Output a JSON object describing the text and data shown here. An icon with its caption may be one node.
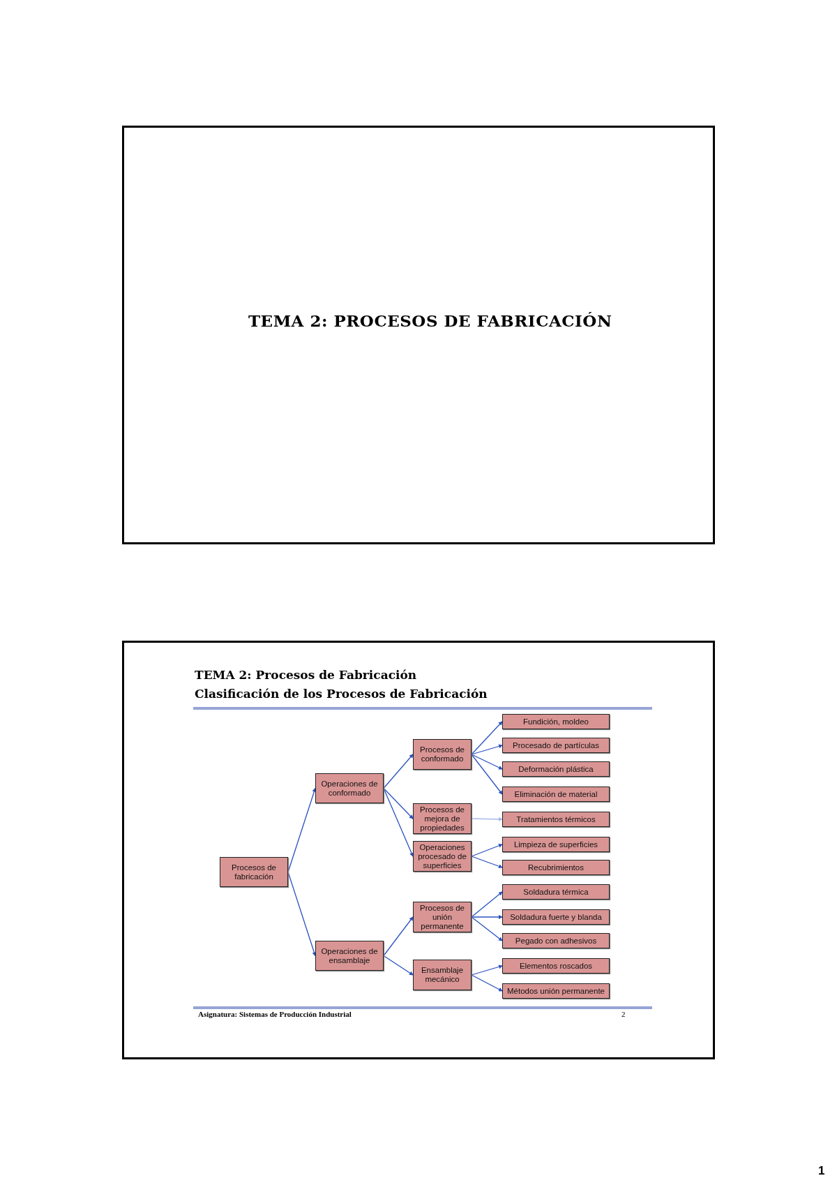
{
  "diagram": {
    "nodes": [
      {
        "text": [
          "TEMA 2: PROCESOS DE FABRICACIÓN"
        ]
      },
      {
        "text": [
          "TEMA 2: Procesos de Fabricación",
          "Clasificación de los Procesos de Fabricación",
          "Asignatura: Sistemas de Producción Industrial",
          "2"
        ]
      },
      {
        "text": [
          "Procesos de fabricación"
        ],
        "in": 1
      },
      {
        "text": [
          "Operaciones de conformado"
        ],
        "in": 1
      },
      {
        "text": [
          "Procesos de conformado"
        ],
        "in": 1
      },
      {
        "text": [
          "Fundición, moldeo"
        ],
        "in": 1
      },
      {
        "text": [
          "Procesado de partículas"
        ],
        "in": 1
      },
      {
        "text": [
          "Deformación plástica"
        ],
        "in": 1
      },
      {
        "text": [
          "Eliminación de material"
        ],
        "in": 1
      },
      {
        "text": [
          "Procesos de mejora de propiedades"
        ],
        "in": 1
      },
      {
        "text": [
          "Tratamientos térmicos"
        ],
        "in": 1
      },
      {
        "text": [
          "Operaciones procesado de superficies"
        ],
        "in": 1
      },
      {
        "text": [
          "Limpieza de superficies"
        ],
        "in": 1
      },
      {
        "text": [
          "Recubrimientos"
        ],
        "in": 1
      },
      {
        "text": [
          "Operaciones de ensamblaje"
        ],
        "in": 1
      },
      {
        "text": [
          "Procesos de unión permanente"
        ],
        "in": 1
      },
      {
        "text": [
          "Soldadura térmica"
        ],
        "in": 1
      },
      {
        "text": [
          "Soldadura fuerte y blanda"
        ],
        "in": 1
      },
      {
        "text": [
          "Pegado con adhesivos"
        ],
        "in": 1
      },
      {
        "text": [
          "Ensamblaje mecánico"
        ],
        "in": 1
      },
      {
        "text": [
          "Elementos roscados"
        ],
        "in": 1
      },
      {
        "text": [
          "Métodos unión permanente"
        ],
        "in": 1
      }
    ],
    "edges": [
      {
        "from": 2,
        "to": 3,
        "arrow": "to"
      },
      {
        "from": 2,
        "to": 14,
        "arrow": "to"
      },
      {
        "from": 3,
        "to": 4,
        "arrow": "to"
      },
      {
        "from": 3,
        "to": 9,
        "arrow": "to"
      },
      {
        "from": 3,
        "to": 11,
        "arrow": "to"
      },
      {
        "from": 4,
        "to": 5,
        "arrow": "to"
      },
      {
        "from": 4,
        "to": 6,
        "arrow": "to"
      },
      {
        "from": 4,
        "to": 7,
        "arrow": "to"
      },
      {
        "from": 4,
        "to": 8,
        "arrow": "to"
      },
      {
        "from": 9,
        "to": 10,
        "arrow": "to",
        "color": "#a8b8e8"
      },
      {
        "from": 11,
        "to": 12,
        "arrow": "to"
      },
      {
        "from": 11,
        "to": 13,
        "arrow": "to"
      },
      {
        "from": 14,
        "to": 15,
        "arrow": "to"
      },
      {
        "from": 14,
        "to": 19,
        "arrow": "to"
      },
      {
        "from": 15,
        "to": 16,
        "arrow": "to"
      },
      {
        "from": 15,
        "to": 17,
        "arrow": "to"
      },
      {
        "from": 15,
        "to": 18,
        "arrow": "to"
      },
      {
        "from": 19,
        "to": 20,
        "arrow": "to"
      },
      {
        "from": 19,
        "to": 21,
        "arrow": "to"
      }
    ],
    "labels": [
      "1"
    ]
  }
}
